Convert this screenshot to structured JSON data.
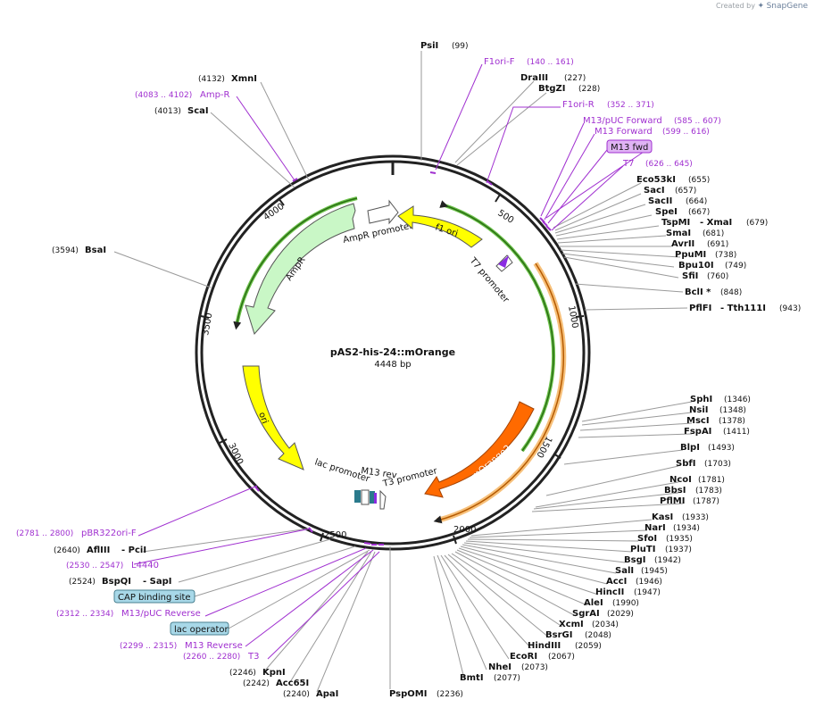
{
  "credit": {
    "prefix": "Created by",
    "brand": "SnapGene"
  },
  "plasmid": {
    "name": "pAS2-his-24::mOrange",
    "size_label": "4448 bp",
    "length": 4448
  },
  "ticks": [
    "500",
    "1000",
    "1500",
    "2000",
    "2500",
    "3000",
    "3500",
    "4000"
  ],
  "features": [
    {
      "name": "AmpR",
      "color": "#c9f7c6"
    },
    {
      "name": "AmpR promoter",
      "color": "#ffffff"
    },
    {
      "name": "f1 ori",
      "color": "#ffff00"
    },
    {
      "name": "T7 promoter",
      "color": "#ffffff"
    },
    {
      "name": "ori",
      "color": "#ffff00"
    },
    {
      "name": "mOrange2",
      "color": "#ff6a00"
    },
    {
      "name": "lac promoter",
      "color": "#ffffff"
    },
    {
      "name": "M13 rev",
      "color": "#8a2be2"
    },
    {
      "name": "T3 promoter",
      "color": "#ffffff"
    }
  ],
  "labels_right": [
    {
      "name": "PsiI",
      "pos": "(99)"
    },
    {
      "name": "DraIII",
      "pos": "(227)"
    },
    {
      "name": "BtgZI",
      "pos": "(228)"
    },
    {
      "name": "Eco53kI",
      "pos": "(655)"
    },
    {
      "name": "SacI",
      "pos": "(657)"
    },
    {
      "name": "SacII",
      "pos": "(664)"
    },
    {
      "name": "SpeI",
      "pos": "(667)"
    },
    {
      "name": "TspMI",
      "name2": "- XmaI",
      "pos": "(679)"
    },
    {
      "name": "SmaI",
      "pos": "(681)"
    },
    {
      "name": "AvrII",
      "pos": "(691)"
    },
    {
      "name": "PpuMI",
      "pos": "(738)"
    },
    {
      "name": "Bpu10I",
      "pos": "(749)"
    },
    {
      "name": "SfiI",
      "pos": "(760)"
    },
    {
      "name": "BclI *",
      "pos": "(848)"
    },
    {
      "name": "PflFI",
      "name2": "- Tth111I",
      "pos": "(943)"
    },
    {
      "name": "SphI",
      "pos": "(1346)"
    },
    {
      "name": "NsiI",
      "pos": "(1348)"
    },
    {
      "name": "MscI",
      "pos": "(1378)"
    },
    {
      "name": "FspAI",
      "pos": "(1411)"
    },
    {
      "name": "BlpI",
      "pos": "(1493)"
    },
    {
      "name": "SbfI",
      "pos": "(1703)"
    },
    {
      "name": "NcoI",
      "pos": "(1781)"
    },
    {
      "name": "BbsI",
      "pos": "(1783)"
    },
    {
      "name": "PflMI",
      "pos": "(1787)"
    },
    {
      "name": "KasI",
      "pos": "(1933)"
    },
    {
      "name": "NarI",
      "pos": "(1934)"
    },
    {
      "name": "SfoI",
      "pos": "(1935)"
    },
    {
      "name": "PluTI",
      "pos": "(1937)"
    },
    {
      "name": "BsgI",
      "pos": "(1942)"
    },
    {
      "name": "SalI",
      "pos": "(1945)"
    },
    {
      "name": "AccI",
      "pos": "(1946)"
    },
    {
      "name": "HincII",
      "pos": "(1947)"
    },
    {
      "name": "AleI",
      "pos": "(1990)"
    },
    {
      "name": "SgrAI",
      "pos": "(2029)"
    },
    {
      "name": "XcmI",
      "pos": "(2034)"
    },
    {
      "name": "BsrGI",
      "pos": "(2048)"
    },
    {
      "name": "HindIII",
      "pos": "(2059)"
    },
    {
      "name": "EcoRI",
      "pos": "(2067)"
    },
    {
      "name": "NheI",
      "pos": "(2073)"
    },
    {
      "name": "BmtI",
      "pos": "(2077)"
    },
    {
      "name": "PspOMI",
      "pos": "(2236)"
    }
  ],
  "labels_left": [
    {
      "name": "XmnI",
      "pos": "(4132)"
    },
    {
      "name": "ScaI",
      "pos": "(4013)"
    },
    {
      "name": "BsaI",
      "pos": "(3594)"
    },
    {
      "name": "AflIII",
      "name2": "- PciI",
      "pos": "(2640)"
    },
    {
      "name": "BspQI",
      "name2": "- SapI",
      "pos": "(2524)"
    },
    {
      "name": "KpnI",
      "pos": "(2246)"
    },
    {
      "name": "Acc65I",
      "pos": "(2242)"
    },
    {
      "name": "ApaI",
      "pos": "(2240)"
    }
  ],
  "primers": [
    {
      "name": "F1ori-F",
      "pos": "(140 .. 161)"
    },
    {
      "name": "F1ori-R",
      "pos": "(352 .. 371)"
    },
    {
      "name": "M13/pUC Forward",
      "pos": "(585 .. 607)"
    },
    {
      "name": "M13 Forward",
      "pos": "(599 .. 616)"
    },
    {
      "name": "T7",
      "pos": "(626 .. 645)"
    },
    {
      "name": "Amp-R",
      "pos": "(4083 .. 4102)"
    },
    {
      "name": "pBR322ori-F",
      "pos": "(2781 .. 2800)"
    },
    {
      "name": "L4440",
      "pos": "(2530 .. 2547)"
    },
    {
      "name": "M13/pUC Reverse",
      "pos": "(2312 .. 2334)"
    },
    {
      "name": "M13 Reverse",
      "pos": "(2299 .. 2315)"
    },
    {
      "name": "T3",
      "pos": "(2260 .. 2280)"
    }
  ],
  "boxed": [
    {
      "name": "M13 fwd",
      "color": "#e0b3f5"
    },
    {
      "name": "CAP binding site",
      "color": "#a8d8e8"
    },
    {
      "name": "lac operator",
      "color": "#a8d8e8"
    }
  ]
}
